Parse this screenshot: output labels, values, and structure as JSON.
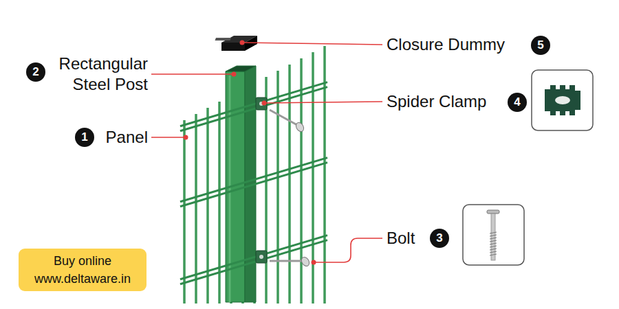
{
  "diagram": {
    "nodes": [
      {
        "text": [
          "5"
        ]
      },
      {
        "text": [
          "2"
        ]
      },
      {
        "text": [
          "4"
        ]
      },
      {
        "text": [
          "1"
        ]
      },
      {
        "text": [
          "3"
        ]
      },
      {
        "text": [
          "Buy online",
          "www.deltaware.in"
        ]
      }
    ],
    "labels": [
      "Closure Dummy",
      "Rectangular Steel Post",
      "Spider Clamp",
      "Panel",
      "Bolt"
    ]
  }
}
